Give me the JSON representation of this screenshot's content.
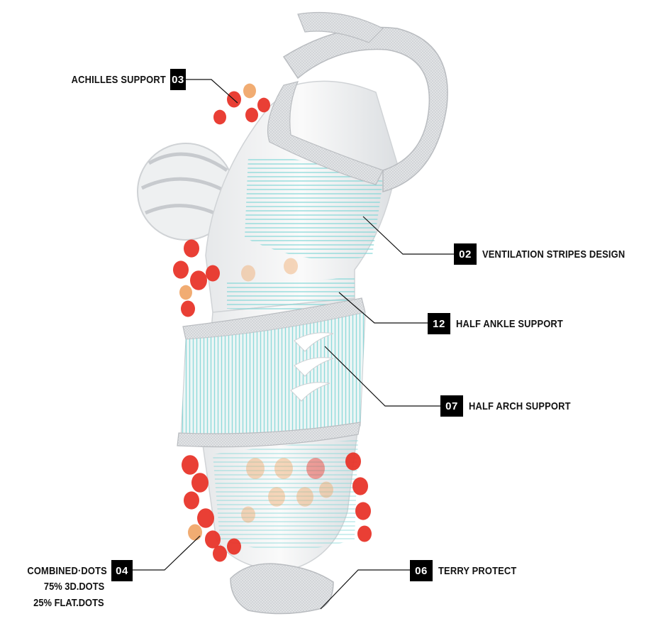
{
  "callouts": [
    {
      "id": "03",
      "label": "ACHILLES SUPPORT"
    },
    {
      "id": "02",
      "label": "VENTILATION STRIPES DESIGN"
    },
    {
      "id": "12",
      "label": "HALF ANKLE SUPPORT"
    },
    {
      "id": "07",
      "label": "HALF ARCH SUPPORT"
    },
    {
      "id": "04",
      "label": "COMBINED·DOTS",
      "sublines": [
        "75% 3D.DOTS",
        "25% FLAT.DOTS"
      ]
    },
    {
      "id": "06",
      "label": "TERRY PROTECT"
    }
  ],
  "colors": {
    "dot_red": "#e8352a",
    "dot_orange": "#f0a86a",
    "stripe_cyan": "#7fd6d6",
    "sock_grey": "#d9dcdf",
    "badge": "#000000"
  },
  "icons": [
    "brand-chevrons-icon"
  ]
}
